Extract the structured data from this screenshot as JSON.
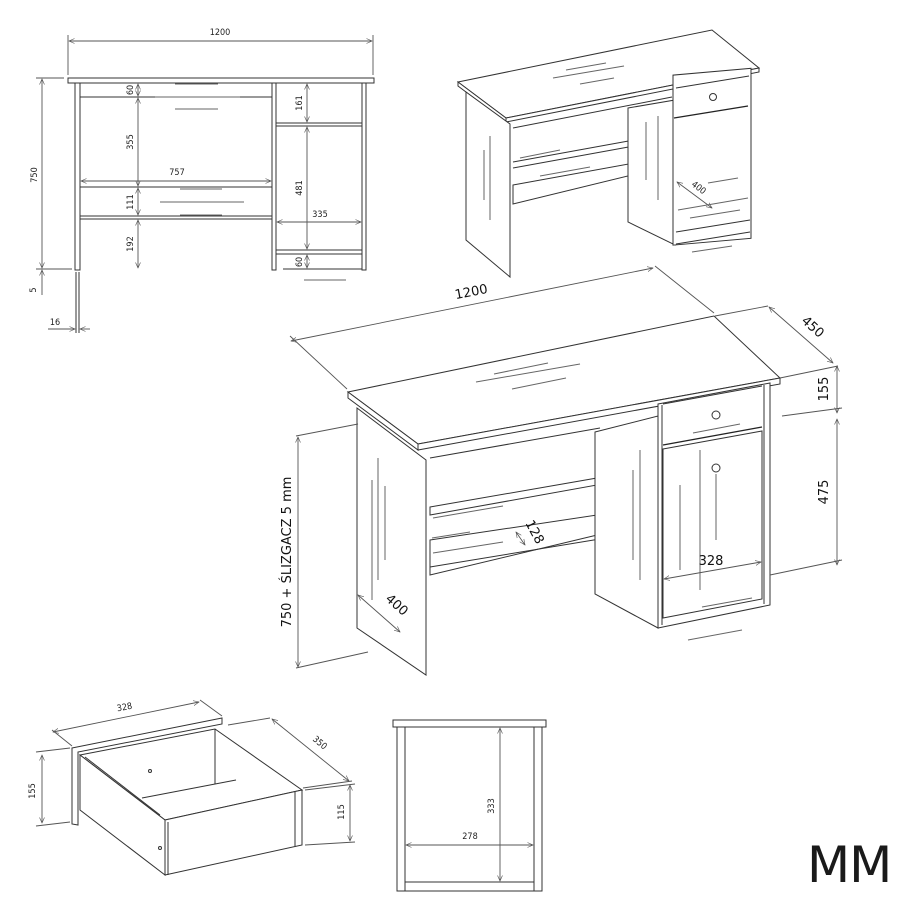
{
  "front_view": {
    "width": "1200",
    "height": "750",
    "top_gap": "60",
    "knee_height": "355",
    "inner_width": "757",
    "drawer_front": "111",
    "bottom_clear": "192",
    "glide": "5",
    "panel_thickness": "16",
    "right_top": "161",
    "right_cabinet": "481",
    "right_width": "335",
    "right_bottom": "60"
  },
  "iso_small": {
    "depth": "400"
  },
  "iso_main": {
    "width": "1200",
    "depth": "450",
    "drawer_height": "155",
    "door_height": "475",
    "height_note": "750 + ŚLIZGACZ 5 mm",
    "shelf_depth": "128",
    "door_width": "328",
    "side_depth": "400"
  },
  "drawer": {
    "width": "328",
    "depth": "350",
    "front_height": "155",
    "box_height": "115"
  },
  "cabinet_section": {
    "inner_height": "333",
    "inner_width": "278"
  },
  "unit_label": "MM"
}
